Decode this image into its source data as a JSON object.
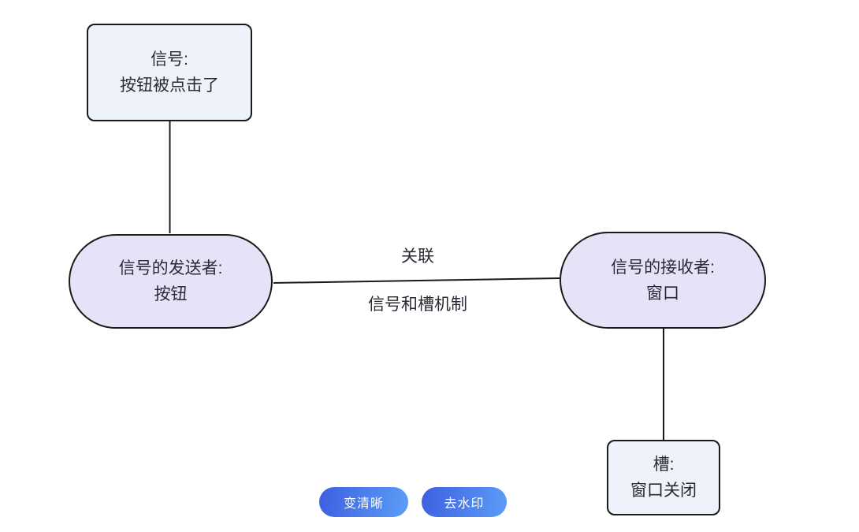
{
  "diagram": {
    "nodes": {
      "signal": {
        "line1": "信号:",
        "line2": "按钮被点击了"
      },
      "sender": {
        "line1": "信号的发送者:",
        "line2": "按钮"
      },
      "receiver": {
        "line1": "信号的接收者:",
        "line2": "窗口"
      },
      "slot": {
        "line1": "槽:",
        "line2": "窗口关闭"
      }
    },
    "edge_labels": {
      "association": "关联",
      "mechanism": "信号和槽机制"
    },
    "colors": {
      "canvas_bg": "#ffffff",
      "rect_fill": "#edf2fb",
      "stadium_fill": "#e8e2f8",
      "border": "#1a1a1a",
      "text": "#2a2a34"
    }
  },
  "toolbar": {
    "buttons": [
      {
        "label": "变清晰"
      },
      {
        "label": "去水印"
      }
    ],
    "gradient_start": "#3d5fe1",
    "gradient_end": "#5c9df7",
    "text_color": "#ffffff"
  }
}
